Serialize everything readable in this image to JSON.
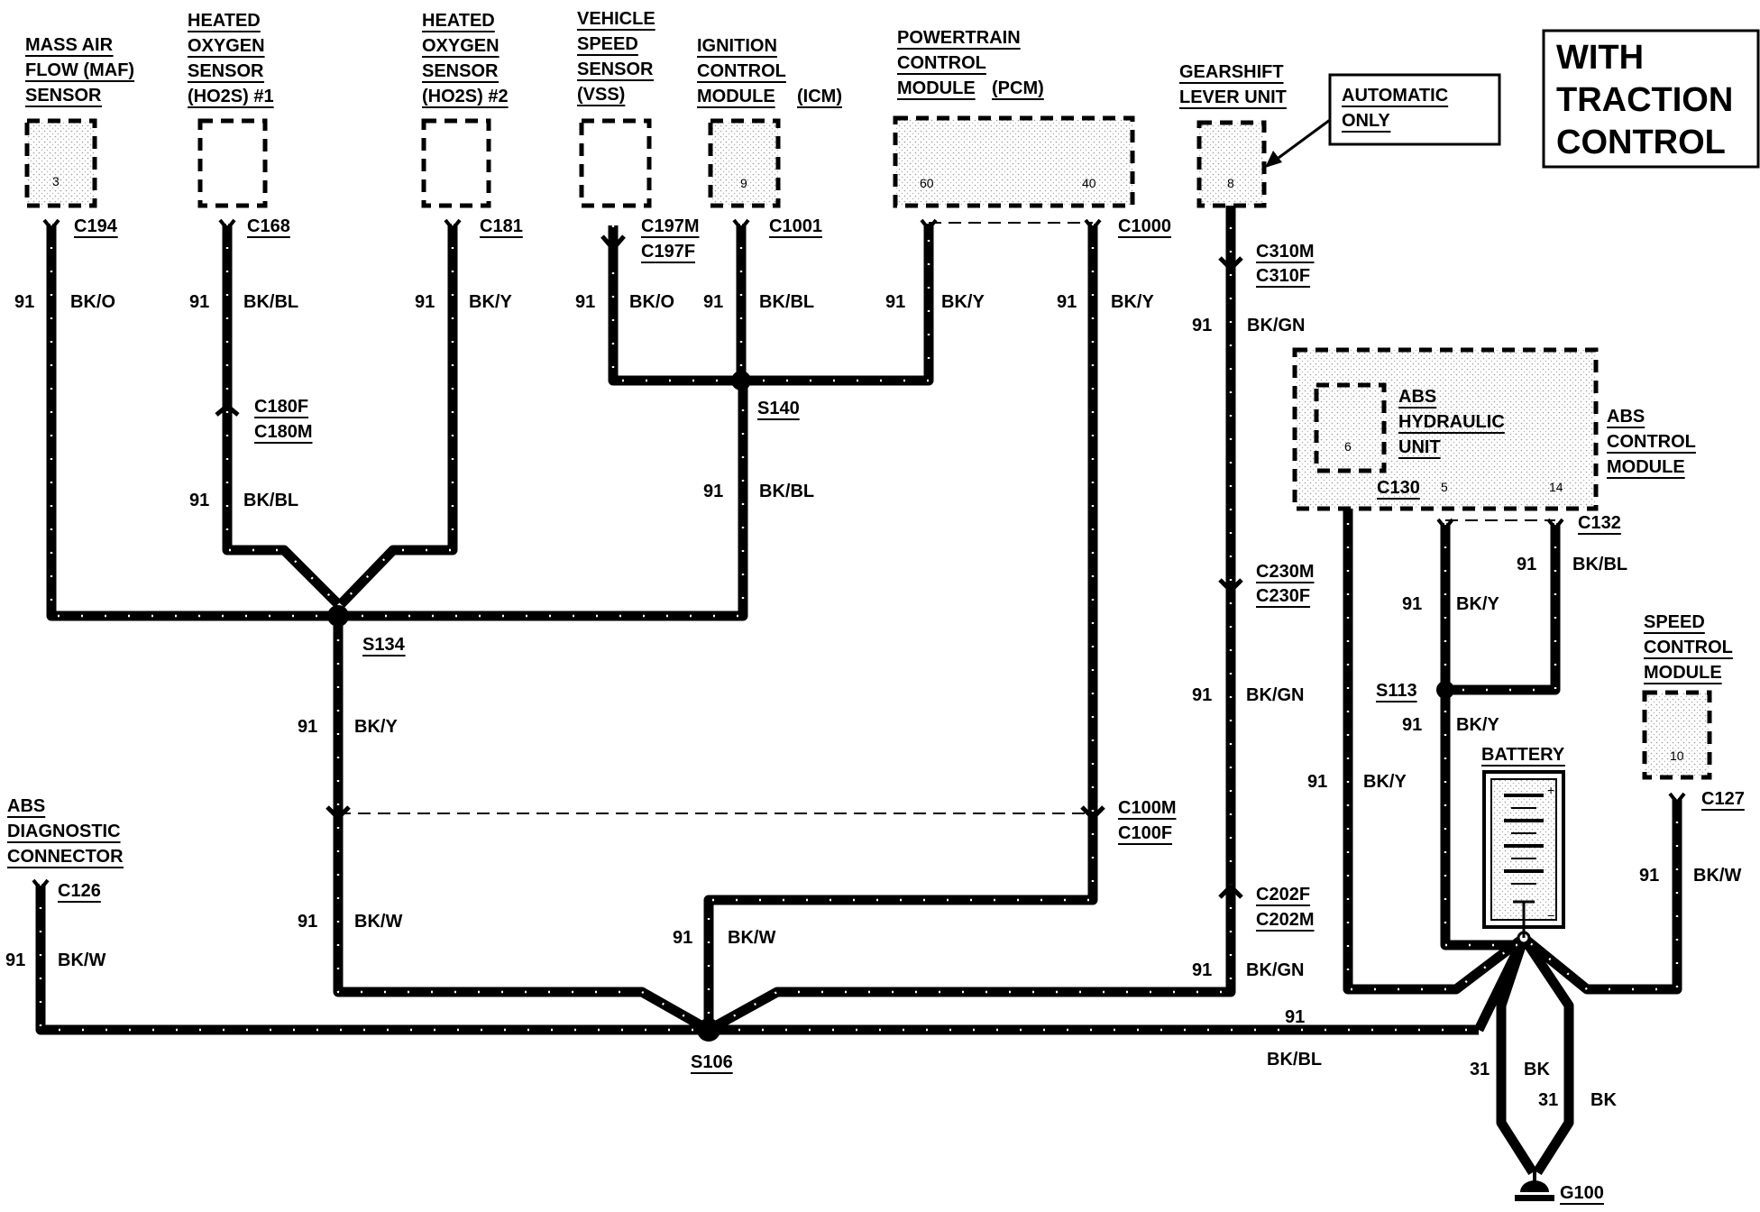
{
  "title": {
    "line1": "WITH",
    "line2": "TRACTION",
    "line3": "CONTROL"
  },
  "note": {
    "line1": "AUTOMATIC",
    "line2": "ONLY"
  },
  "components": {
    "maf": {
      "lines": [
        "MASS AIR",
        "FLOW (MAF)",
        "SENSOR"
      ],
      "pin": "3",
      "connector": "C194"
    },
    "ho2s1": {
      "lines": [
        "HEATED",
        "OXYGEN",
        "SENSOR",
        "(HO2S) #1"
      ],
      "connector": "C168"
    },
    "ho2s2": {
      "lines": [
        "HEATED",
        "OXYGEN",
        "SENSOR",
        "(HO2S) #2"
      ],
      "connector": "C181"
    },
    "vss": {
      "lines": [
        "VEHICLE",
        "SPEED",
        "SENSOR",
        "(VSS)"
      ],
      "connector1": "C197M",
      "connector2": "C197F"
    },
    "icm": {
      "lines": [
        "IGNITION",
        "CONTROL",
        "MODULE",
        "(ICM)"
      ],
      "pin": "9",
      "connector": "C1001"
    },
    "pcm": {
      "lines": [
        "POWERTRAIN",
        "CONTROL",
        "MODULE",
        "(PCM)"
      ],
      "pin1": "60",
      "pin2": "40",
      "connector": "C1000"
    },
    "gearshift": {
      "lines": [
        "GEARSHIFT",
        "LEVER UNIT"
      ],
      "pin": "8"
    },
    "abs_hydraulic": {
      "lines": [
        "ABS",
        "HYDRAULIC",
        "UNIT"
      ],
      "pin": "6",
      "connector": "C130"
    },
    "abs_module": {
      "lines": [
        "ABS",
        "CONTROL",
        "MODULE"
      ],
      "pin1": "5",
      "pin2": "14",
      "connector": "C132"
    },
    "speed_control": {
      "lines": [
        "SPEED",
        "CONTROL",
        "MODULE"
      ],
      "pin": "10",
      "connector": "C127"
    },
    "abs_diag": {
      "lines": [
        "ABS",
        "DIAGNOSTIC",
        "CONNECTOR"
      ],
      "connector": "C126"
    },
    "battery": {
      "label": "BATTERY",
      "plus": "+",
      "minus": "−"
    },
    "ground": {
      "label": "G100"
    }
  },
  "connectors": {
    "c310": [
      "C310M",
      "C310F"
    ],
    "c180": [
      "C180F",
      "C180M"
    ],
    "c230": [
      "C230M",
      "C230F"
    ],
    "c100": [
      "C100M",
      "C100F"
    ],
    "c202": [
      "C202F",
      "C202M"
    ]
  },
  "splices": {
    "s140": "S140",
    "s134": "S134",
    "s113": "S113",
    "s106": "S106"
  },
  "circuits": {
    "maf": {
      "num": "91",
      "color": "BK/O"
    },
    "ho2s1_top": {
      "num": "91",
      "color": "BK/BL"
    },
    "ho2s1_bot": {
      "num": "91",
      "color": "BK/BL"
    },
    "ho2s2": {
      "num": "91",
      "color": "BK/Y"
    },
    "vss": {
      "num": "91",
      "color": "BK/O"
    },
    "icm": {
      "num": "91",
      "color": "BK/BL"
    },
    "pcm60": {
      "num": "91",
      "color": "BK/Y"
    },
    "pcm40": {
      "num": "91",
      "color": "BK/Y"
    },
    "gear_top": {
      "num": "91",
      "color": "BK/GN"
    },
    "s140_down": {
      "num": "91",
      "color": "BK/BL"
    },
    "s134_down": {
      "num": "91",
      "color": "BK/Y"
    },
    "c100_left": {
      "num": "91",
      "color": "BK/W"
    },
    "c100_right": {
      "num": "91",
      "color": "BK/W"
    },
    "diag": {
      "num": "91",
      "color": "BK/W"
    },
    "gear_mid": {
      "num": "91",
      "color": "BK/GN"
    },
    "gear_bot": {
      "num": "91",
      "color": "BK/GN"
    },
    "abs_hyd": {
      "num": "91",
      "color": "BK/Y"
    },
    "abs5": {
      "num": "91",
      "color": "BK/Y"
    },
    "abs14": {
      "num": "91",
      "color": "BK/BL"
    },
    "s113_down": {
      "num": "91",
      "color": "BK/Y"
    },
    "speed_ctrl": {
      "num": "91",
      "color": "BK/W"
    },
    "s106_right": {
      "num": "91",
      "color": "BK/BL"
    },
    "ground1": {
      "num": "31",
      "color": "BK"
    },
    "ground2": {
      "num": "31",
      "color": "BK"
    }
  }
}
